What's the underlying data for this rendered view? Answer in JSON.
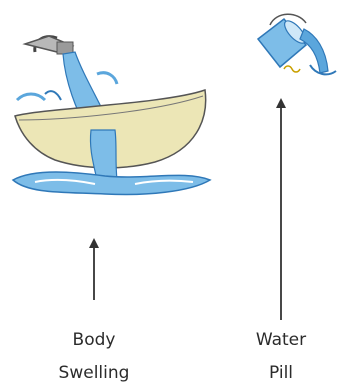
{
  "diagram": {
    "items": [
      {
        "illustration": "bathtub-overflowing-icon",
        "label_lines": [
          "Body",
          "Swelling"
        ]
      },
      {
        "illustration": "water-bucket-pouring-icon",
        "label_lines": [
          "Water",
          "Pill"
        ]
      }
    ],
    "colors": {
      "water": "#5ba6dc",
      "water_dark": "#2f78b8",
      "tub": "#ece6b6",
      "arrow": "#333333"
    }
  }
}
